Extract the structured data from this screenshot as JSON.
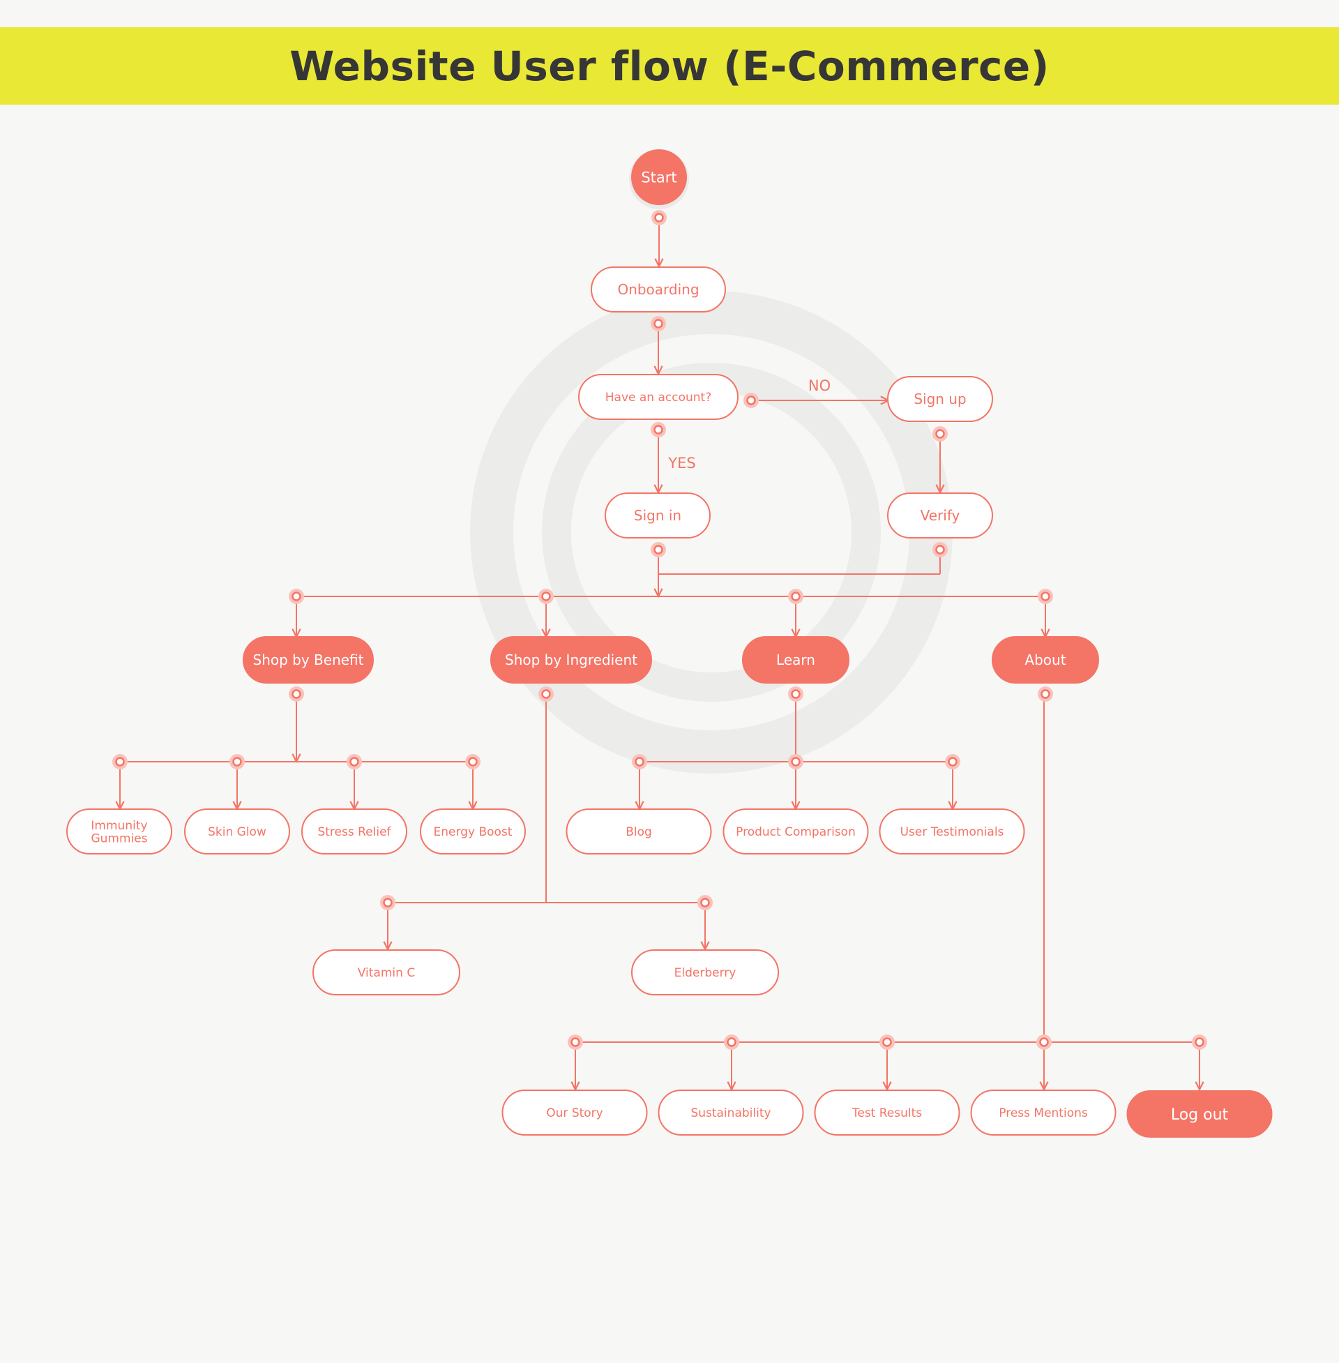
{
  "title": "Website User flow (E-Commerce)",
  "colors": {
    "accent": "#f47466",
    "accent_light": "#f9c2bb",
    "banner": "#e8e835",
    "title_text": "#363636",
    "background": "#f7f7f5",
    "watermark": "#ececea"
  },
  "nodes": {
    "start": "Start",
    "onboarding": "Onboarding",
    "have_account": "Have an account?",
    "sign_up": "Sign up",
    "sign_in": "Sign in",
    "verify": "Verify",
    "shop_benefit": "Shop by Benefit",
    "shop_ingredient": "Shop by Ingredient",
    "learn": "Learn",
    "about": "About",
    "immunity_gummies": [
      "Immunity",
      "Gummies"
    ],
    "skin_glow": "Skin Glow",
    "stress_relief": "Stress Relief",
    "energy_boost": "Energy Boost",
    "blog": "Blog",
    "product_comparison": "Product Comparison",
    "user_testimonials": "User Testimonials",
    "vitamin_c": "Vitamin C",
    "elderberry": "Elderberry",
    "our_story": "Our Story",
    "sustainability": "Sustainability",
    "test_results": "Test Results",
    "press_mentions": "Press Mentions",
    "log_out": "Log out"
  },
  "edge_labels": {
    "no": "NO",
    "yes": "YES"
  }
}
